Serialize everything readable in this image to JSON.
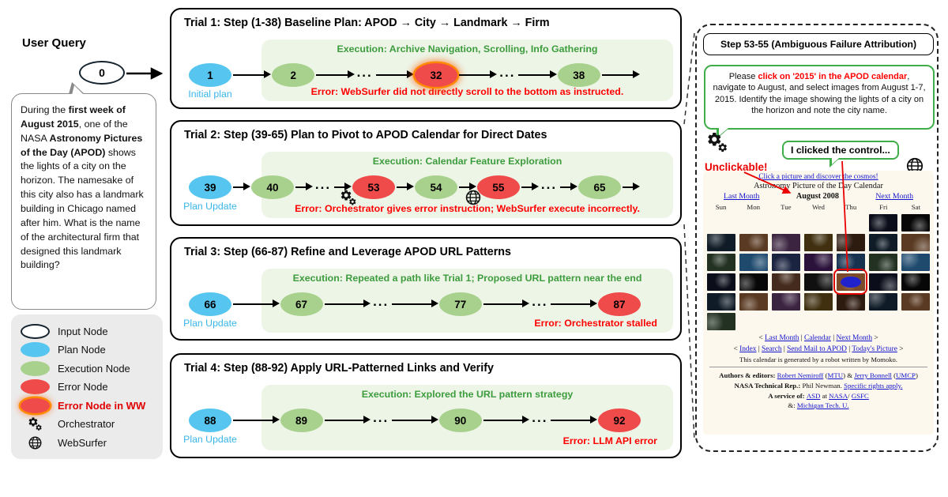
{
  "colors": {
    "plan": "#56C5EF",
    "exec": "#A9D18E",
    "error": "#F04B4B",
    "exec_panel": "#EDF5E7",
    "exec_text": "#3D9C3D",
    "error_text": "#FF0000",
    "plan_label": "#38B6E8",
    "link": "#1212CC",
    "annotation": "#EA0000",
    "bubble_green": "#3FAE49"
  },
  "user_query": {
    "heading": "User Query",
    "input_node": "0",
    "segments": [
      {
        "t": "During the "
      },
      {
        "t": "first week of August 2015",
        "b": true
      },
      {
        "t": ", one of the NASA "
      },
      {
        "t": "Astronomy Pictures of the Day (APOD)",
        "b": true
      },
      {
        "t": " shows the lights of a city on the horizon. The namesake of this city also has a landmark building in Chicago named after him. What is the name of the architectural firm that designed this landmark building?"
      }
    ]
  },
  "legend": {
    "items": [
      {
        "type": "input",
        "label": "Input Node"
      },
      {
        "type": "plan",
        "label": "Plan Node"
      },
      {
        "type": "execution",
        "label": "Execution Node"
      },
      {
        "type": "error",
        "label": "Error Node"
      },
      {
        "type": "error-ww",
        "label": "Error Node in WW"
      },
      {
        "type": "orchestrator",
        "label": "Orchestrator"
      },
      {
        "type": "websurfer",
        "label": "WebSurfer"
      }
    ]
  },
  "trials": [
    {
      "title": "Trial 1: Step (1-38)  Baseline Plan: APOD → City → Landmark → Firm",
      "execution": "Execution: Archive Navigation, Scrolling, Info Gathering",
      "error": "Error: WebSurfer did not directly scroll to the bottom as instructed.",
      "trailing_arrow": true,
      "nodes": [
        {
          "type": "plan",
          "label": "1",
          "sub": "Initial plan"
        },
        {
          "type": "exec",
          "label": "2"
        },
        {
          "type": "dots"
        },
        {
          "type": "error-ww",
          "label": "32"
        },
        {
          "type": "dots"
        },
        {
          "type": "exec",
          "label": "38"
        }
      ]
    },
    {
      "title": "Trial 2: Step (39-65)  Plan to Pivot to APOD Calendar for Direct Dates",
      "execution": "Execution: Calendar Feature Exploration",
      "error": "Error: Orchestrator gives error instruction; WebSurfer execute incorrectly.",
      "trailing_arrow": true,
      "nodes": [
        {
          "type": "plan",
          "label": "39",
          "sub": "Plan Update"
        },
        {
          "type": "exec",
          "label": "40"
        },
        {
          "type": "dots"
        },
        {
          "type": "error",
          "label": "53",
          "icon": "gear"
        },
        {
          "type": "exec",
          "label": "54"
        },
        {
          "type": "error",
          "label": "55",
          "icon": "globe"
        },
        {
          "type": "dots"
        },
        {
          "type": "exec",
          "label": "65"
        }
      ]
    },
    {
      "title": "Trial 3: Step (66-87)  Refine and Leverage APOD URL Patterns",
      "execution": "Execution: Repeated a path like Trial 1; Proposed URL pattern near the end",
      "error": "Error: Orchestrator stalled",
      "trailing_arrow": false,
      "nodes": [
        {
          "type": "plan",
          "label": "66",
          "sub": "Plan Update"
        },
        {
          "type": "exec",
          "label": "67"
        },
        {
          "type": "dots"
        },
        {
          "type": "exec",
          "label": "77"
        },
        {
          "type": "dots"
        },
        {
          "type": "error",
          "label": "87"
        }
      ]
    },
    {
      "title": "Trial 4: Step (88-92)  Apply URL-Patterned Links and Verify",
      "execution": "Execution: Explored the URL pattern strategy",
      "error": "Error: LLM API error",
      "trailing_arrow": false,
      "nodes": [
        {
          "type": "plan",
          "label": "88",
          "sub": "Plan Update"
        },
        {
          "type": "exec",
          "label": "89"
        },
        {
          "type": "dots"
        },
        {
          "type": "exec",
          "label": "90"
        },
        {
          "type": "dots"
        },
        {
          "type": "error",
          "label": "92"
        }
      ]
    }
  ],
  "zoom_panel": {
    "title": "Step 53-55 (Ambiguous Failure Attribution)",
    "instruction_segments": [
      {
        "t": "Please "
      },
      {
        "t": "click on '2015' in the APOD calendar",
        "b": true,
        "c": "#FF0000"
      },
      {
        "t": ", navigate to August, and select images from August 1-7, 2015. Identify the image showing the lights of a city on the horizon and note the city name."
      }
    ],
    "unclickable": "Unclickable!",
    "websurfer_says": "I clicked the control...",
    "calendar": {
      "tagline": "Click a picture and discover the cosmos!",
      "title": "Astronomy Picture of the Day Calendar",
      "prev": "Last Month",
      "month": "August 2008",
      "next": "Next Month",
      "days": [
        "Sun",
        "Mon",
        "Tue",
        "Wed",
        "Thu",
        "Fri",
        "Sat"
      ],
      "nav2": [
        {
          "t": "< "
        },
        {
          "t": "Last Month",
          "l": true
        },
        {
          "t": " | "
        },
        {
          "t": "Calendar",
          "l": true
        },
        {
          "t": " | "
        },
        {
          "t": "Next Month",
          "l": true
        },
        {
          "t": " >"
        }
      ],
      "nav3": [
        {
          "t": "< "
        },
        {
          "t": "Index",
          "l": true
        },
        {
          "t": " | "
        },
        {
          "t": "Search",
          "l": true
        },
        {
          "t": " | "
        },
        {
          "t": "Send Mail to APOD",
          "l": true
        },
        {
          "t": " | "
        },
        {
          "t": "Today's Picture",
          "l": true
        },
        {
          "t": " >"
        }
      ],
      "robot_note": "This calendar is generated by a robot written by Momoko.",
      "credits": [
        [
          {
            "t": "Authors & editors: ",
            "b": true
          },
          {
            "t": "Robert Nemiroff",
            "l": true
          },
          {
            "t": " ("
          },
          {
            "t": "MTU",
            "l": true
          },
          {
            "t": ") & "
          },
          {
            "t": "Jerry Bonnell",
            "l": true
          },
          {
            "t": " ("
          },
          {
            "t": "UMCP",
            "l": true
          },
          {
            "t": ")"
          }
        ],
        [
          {
            "t": "NASA Technical Rep.: ",
            "b": true
          },
          {
            "t": "Phil Newman. "
          },
          {
            "t": "Specific rights apply.",
            "l": true
          }
        ],
        [
          {
            "t": "A service of: ",
            "b": true
          },
          {
            "t": "ASD",
            "l": true
          },
          {
            "t": " at "
          },
          {
            "t": "NASA",
            "l": true
          },
          {
            "t": "/ "
          },
          {
            "t": "GSFC",
            "l": true
          }
        ],
        [
          {
            "t": "&: "
          },
          {
            "t": "Michigan Tech. U.",
            "l": true
          }
        ]
      ],
      "grid": {
        "cols": 7,
        "image_rows": [
          [
            5,
            6
          ],
          [
            0,
            1,
            2,
            3,
            4,
            5,
            6
          ],
          [
            0,
            1,
            2,
            3,
            4,
            5,
            6
          ],
          [
            0,
            1,
            2,
            3,
            4,
            5,
            6
          ],
          [
            0,
            1,
            2,
            3,
            4,
            5,
            6
          ],
          [
            0
          ]
        ],
        "highlight": {
          "row": 3,
          "col": 4
        },
        "thumb_palette": [
          "#0b0d1a",
          "#1a2340",
          "#2e1b10",
          "#070707",
          "#2a123a",
          "#0f1b26",
          "#452b1d",
          "#16324f",
          "#5a3a22",
          "#101010",
          "#233123",
          "#3b2440",
          "#7a4a2a",
          "#1f4a6e",
          "#403010"
        ]
      }
    }
  }
}
